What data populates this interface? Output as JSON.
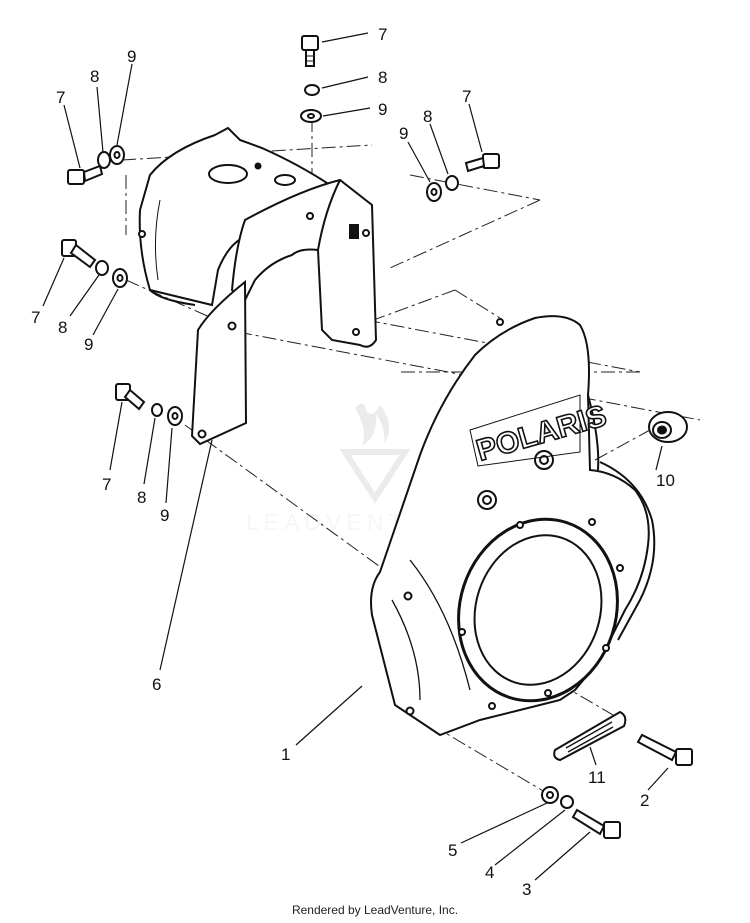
{
  "diagram": {
    "brand_label": "POLARIS",
    "watermark_text": "LEADVENTURE",
    "callouts": {
      "c1": "1",
      "c2": "2",
      "c3": "3",
      "c4": "4",
      "c5": "5",
      "c6": "6",
      "c7a": "7",
      "c7b": "7",
      "c7c": "7",
      "c7d": "7",
      "c7e": "7",
      "c8a": "8",
      "c8b": "8",
      "c8c": "8",
      "c8d": "8",
      "c8e": "8",
      "c9a": "9",
      "c9b": "9",
      "c9c": "9",
      "c9d": "9",
      "c9e": "9",
      "c10": "10",
      "c11": "11"
    }
  },
  "footer": {
    "text": "Rendered by LeadVenture, Inc."
  }
}
